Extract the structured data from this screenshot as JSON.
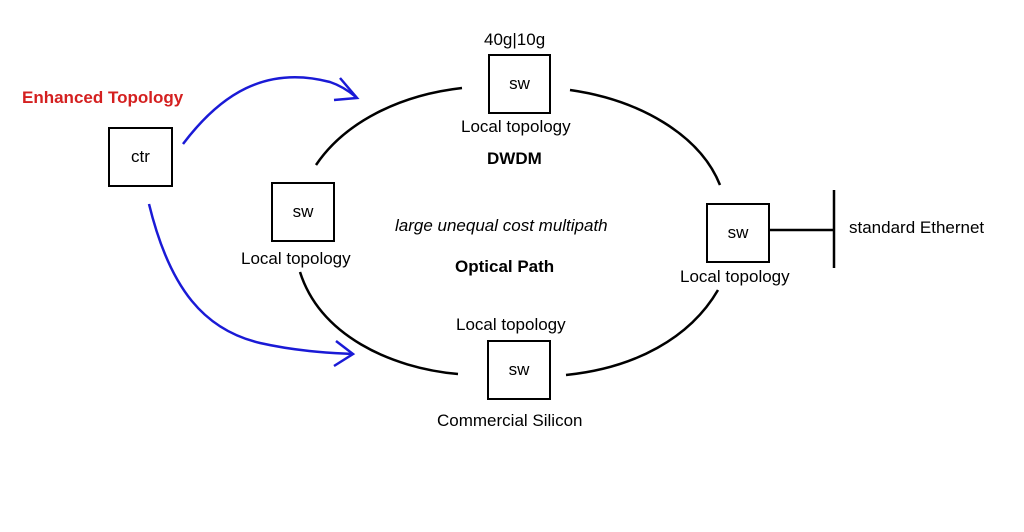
{
  "title": "Enhanced Topology",
  "controller": {
    "label": "ctr"
  },
  "switches": {
    "top": {
      "label": "sw",
      "caption_above": "40g|10g",
      "caption_below": "Local topology"
    },
    "left": {
      "label": "sw",
      "caption_below": "Local topology"
    },
    "right": {
      "label": "sw",
      "caption_below": "Local topology"
    },
    "bottom": {
      "label": "sw",
      "caption_above": "Local topology",
      "caption_below": "Commercial Silicon"
    }
  },
  "center_labels": {
    "dwdm": "DWDM",
    "multipath": "large unequal cost multipath",
    "optical": "Optical Path"
  },
  "ethernet_label": "standard Ethernet",
  "colors": {
    "title": "#d42020",
    "control_arrows": "#1a1ad6",
    "lines": "#000000"
  }
}
